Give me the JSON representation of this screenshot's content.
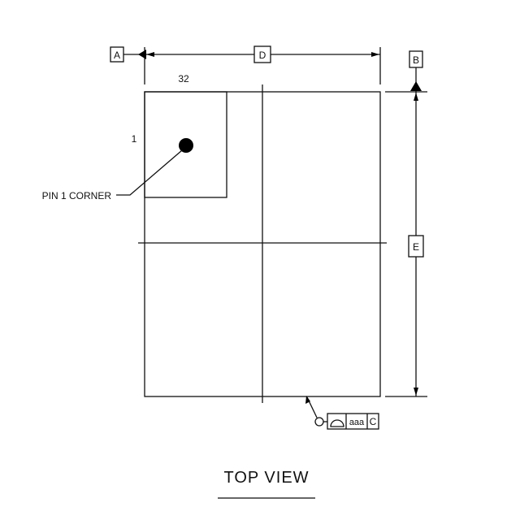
{
  "view_title": "TOP VIEW",
  "datums": {
    "a": "A",
    "b": "B",
    "c": "C"
  },
  "dimensions": {
    "width": "D",
    "height": "E"
  },
  "pin_labels": {
    "column_count": "32",
    "row_start": "1"
  },
  "callout": "PIN 1 CORNER",
  "feature_control": {
    "tolerance": "aaa",
    "datum": "C"
  },
  "colors": {
    "line": "#111111",
    "background": "#ffffff"
  }
}
